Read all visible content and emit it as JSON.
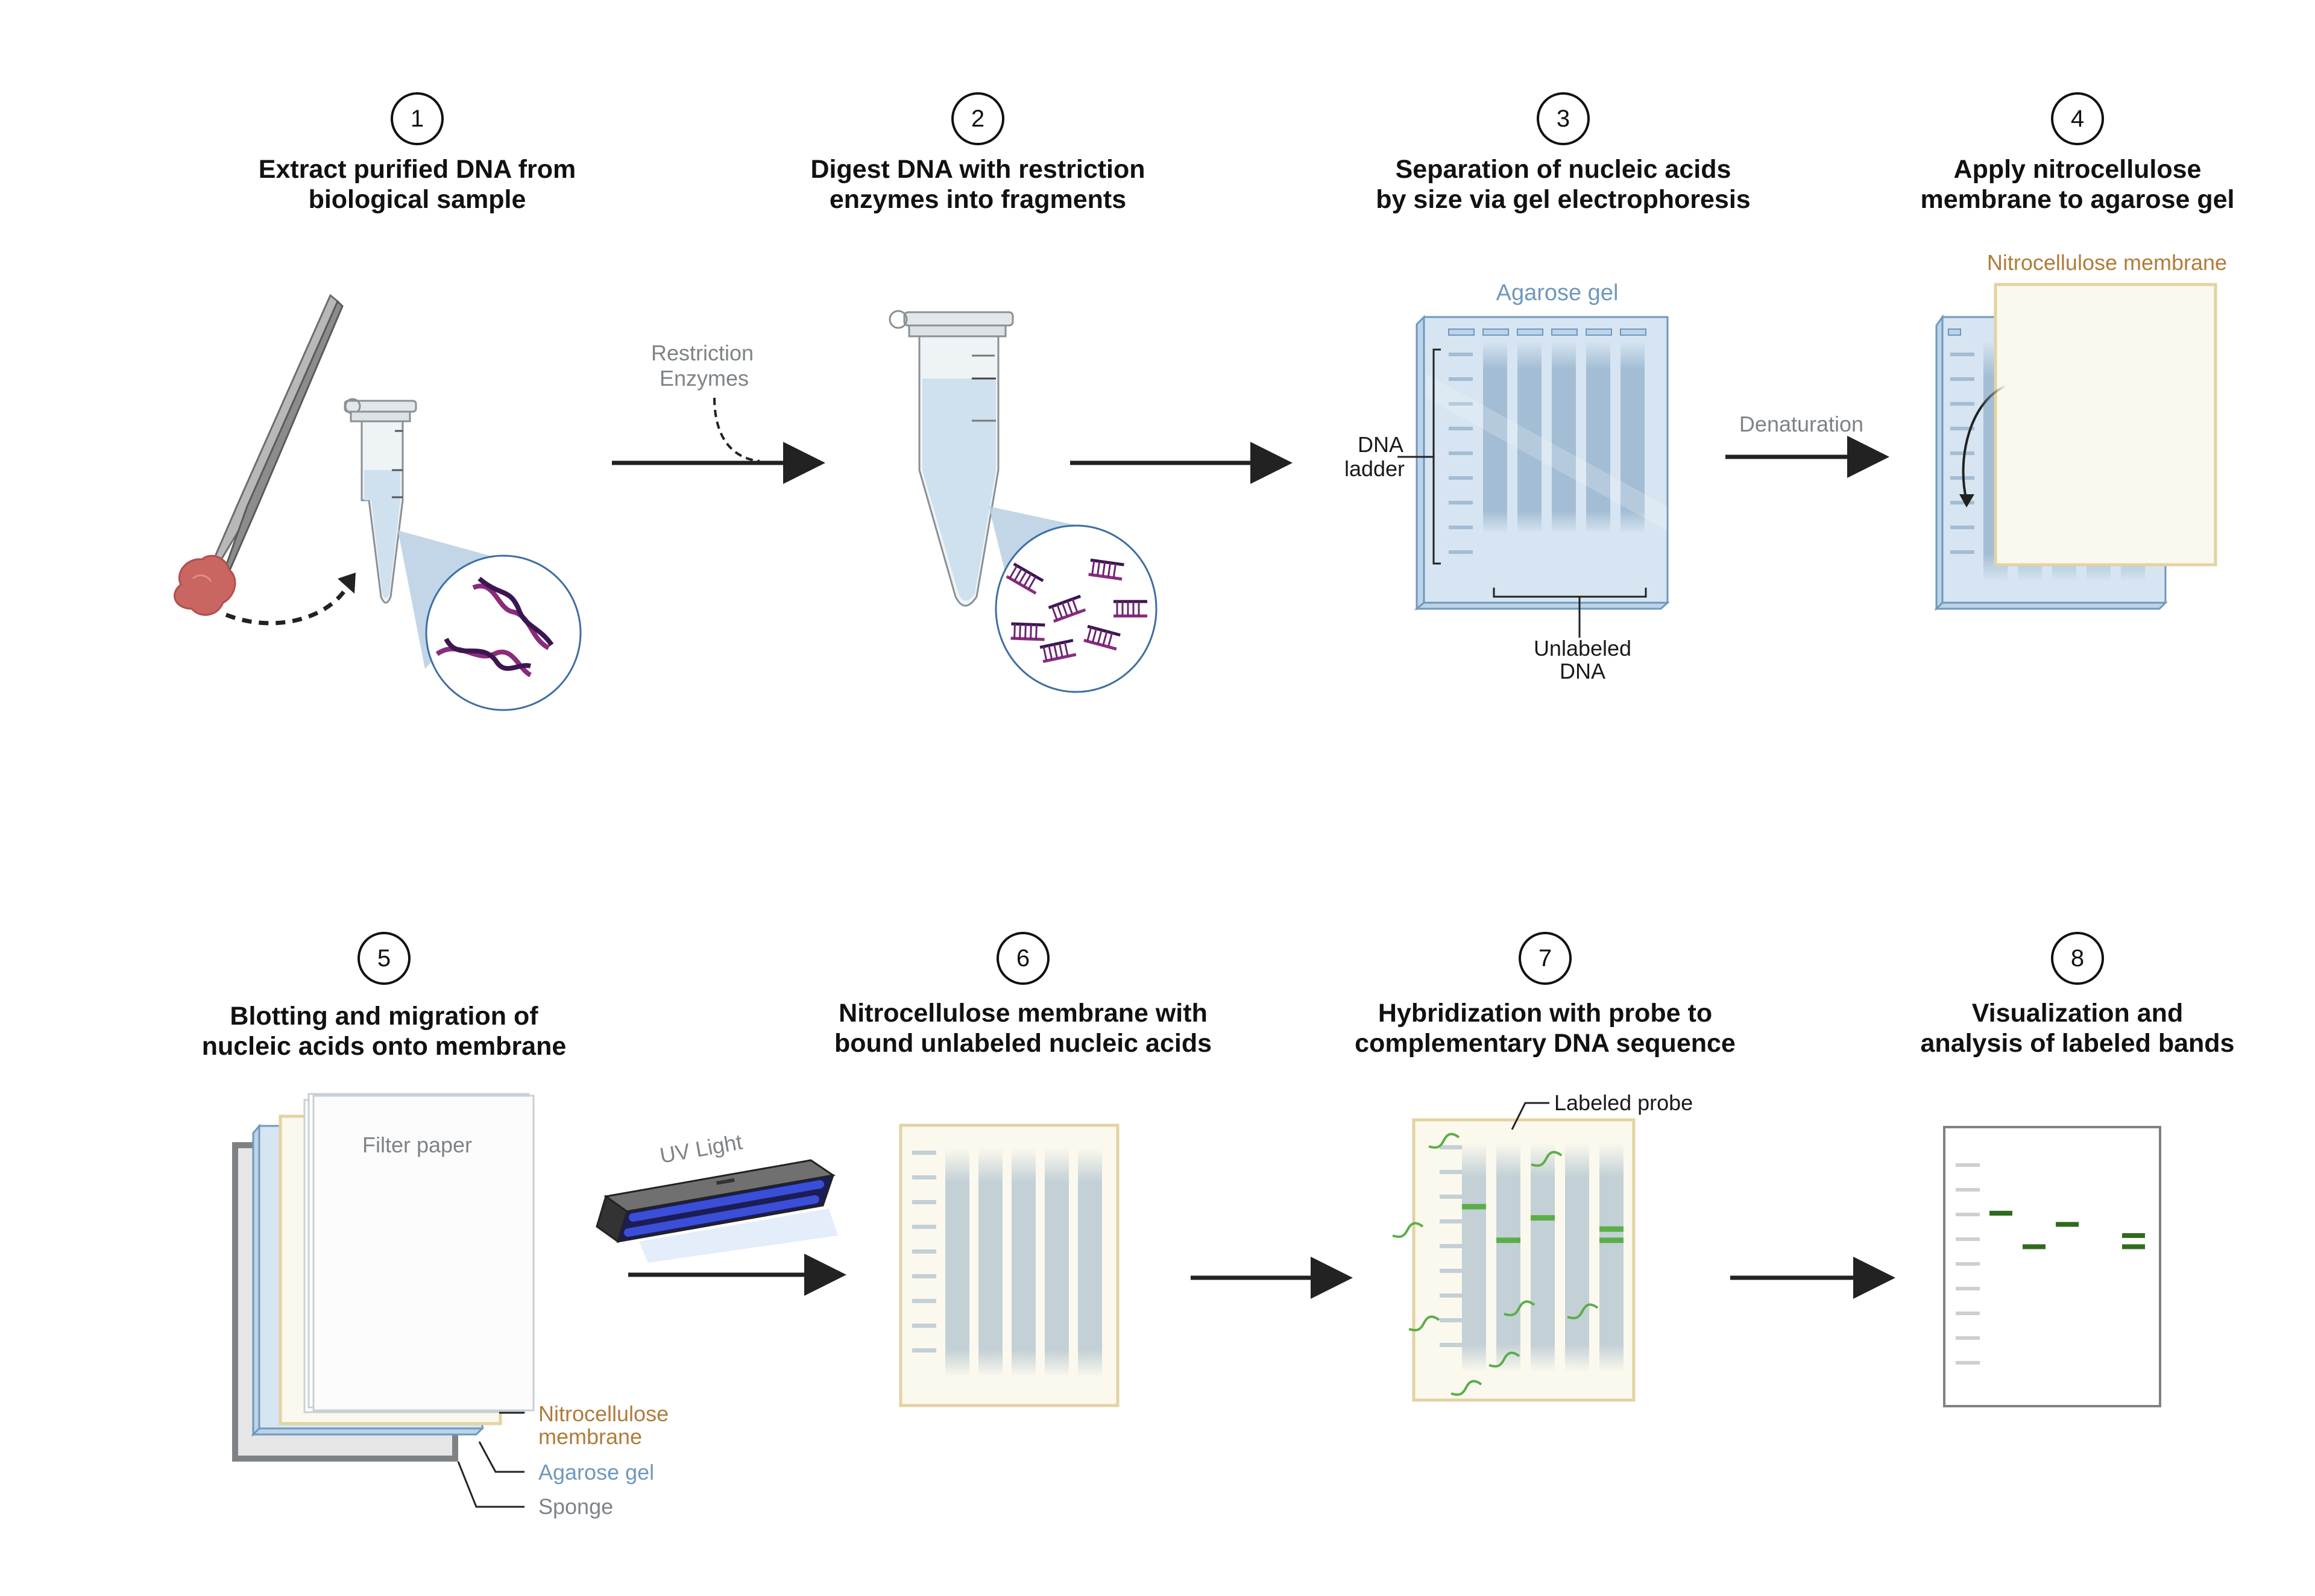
{
  "colors": {
    "arrow": "#222222",
    "gel_fill": "#d6e5f1",
    "gel_edge": "#6f98bd",
    "gel_lane": "#a3bdd4",
    "membrane_fill": "#fbf9ee",
    "membrane_edge": "#e2d3a2",
    "membrane_lane": "#c3d0d6",
    "probe_green": "#5aae48",
    "band_green": "#2f6b1f",
    "dna_purple": "#8a2c7c",
    "dna_dark": "#3b1650",
    "label_blue": "#6f98bd",
    "label_brown": "#b07c3a",
    "label_gray": "#7d8387"
  },
  "steps": [
    {
      "number": "1",
      "title_lines": [
        "Extract purified DNA from",
        "biological sample"
      ]
    },
    {
      "number": "2",
      "title_lines": [
        "Digest DNA with restriction",
        "enzymes into fragments"
      ]
    },
    {
      "number": "3",
      "title_lines": [
        "Separation of nucleic acids",
        "by size via gel electrophoresis"
      ]
    },
    {
      "number": "4",
      "title_lines": [
        "Apply nitrocellulose",
        "membrane to agarose gel"
      ]
    },
    {
      "number": "5",
      "title_lines": [
        "Blotting and migration of",
        "nucleic acids onto membrane"
      ]
    },
    {
      "number": "6",
      "title_lines": [
        "Nitrocellulose membrane with",
        "bound unlabeled nucleic acids"
      ]
    },
    {
      "number": "7",
      "title_lines": [
        "Hybridization with probe to",
        "complementary DNA sequence"
      ]
    },
    {
      "number": "8",
      "title_lines": [
        "Visualization and",
        "analysis of labeled bands"
      ]
    }
  ],
  "labels": {
    "restriction_enzymes": [
      "Restriction",
      "Enzymes"
    ],
    "agarose_gel": "Agarose gel",
    "dna_ladder": [
      "DNA",
      "ladder"
    ],
    "unlabeled_dna": [
      "Unlabeled",
      "DNA"
    ],
    "denaturation": "Denaturation",
    "nitrocellulose_membrane": "Nitrocellulose membrane",
    "filter_paper": "Filter paper",
    "uv_light": "UV Light",
    "stack_nitrocellulose": [
      "Nitrocellulose",
      "membrane"
    ],
    "stack_agarose": "Agarose gel",
    "stack_sponge": "Sponge",
    "labeled_probe": "Labeled probe"
  },
  "gel": {
    "lanes": 5,
    "ladder_bands": 9
  },
  "result_bands": {
    "lane_positions_relative": [
      [
        0.3
      ],
      [
        0.42
      ],
      [
        0.34
      ],
      [],
      [
        0.38,
        0.42
      ]
    ]
  }
}
